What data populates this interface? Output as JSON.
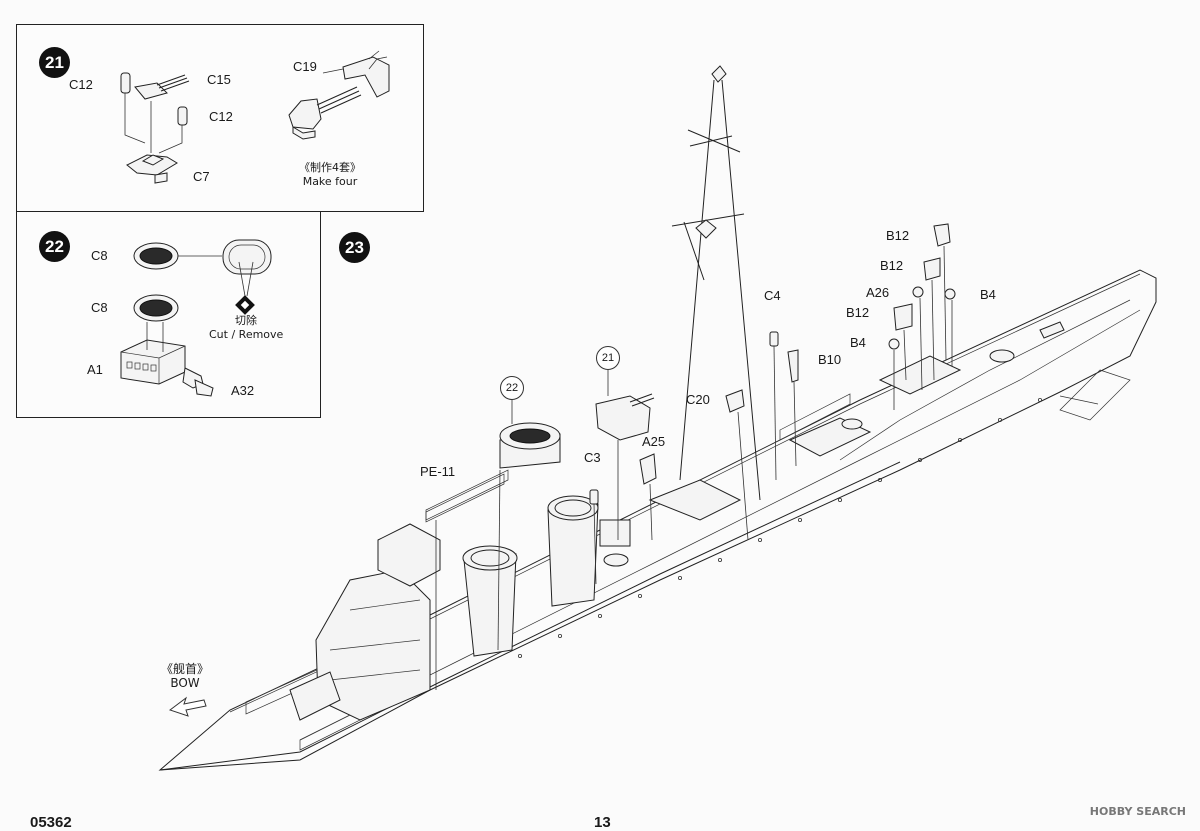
{
  "steps": {
    "s21": "21",
    "s22": "22",
    "s23": "23"
  },
  "panel21": {
    "labels": {
      "c12a": "C12",
      "c15": "C15",
      "c12b": "C12",
      "c7": "C7",
      "c19": "C19"
    },
    "caption_zh": "《制作4套》",
    "caption_en": "Make four"
  },
  "panel22": {
    "labels": {
      "c8a": "C8",
      "c8b": "C8",
      "a1": "A1",
      "a32": "A32"
    },
    "caption_zh": "切除",
    "caption_en": "Cut / Remove"
  },
  "main": {
    "labels": {
      "pe11": "PE-11",
      "c3": "C3",
      "a25": "A25",
      "c20": "C20",
      "c4": "C4",
      "b10": "B10",
      "b12a": "B12",
      "b12b": "B12",
      "a26": "A26",
      "b4a": "B4",
      "b12c": "B12",
      "b4b": "B4"
    },
    "refs": {
      "r21": "21",
      "r22": "22"
    },
    "bow_zh": "《舰首》",
    "bow_en": "BOW"
  },
  "footer": {
    "code": "05362",
    "page": "13",
    "watermark": "HOBBY SEARCH"
  }
}
